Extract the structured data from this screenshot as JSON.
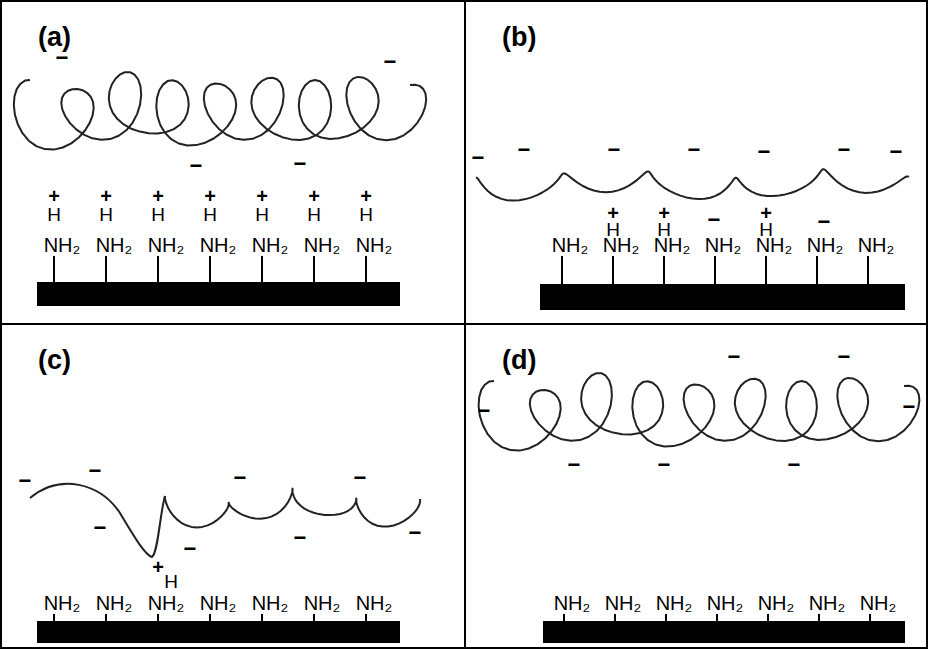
{
  "diagram": {
    "nodes": [
      {
        "text": [
          "(a)"
        ]
      },
      {
        "text": [
          "(b)"
        ]
      },
      {
        "text": [
          "(c)"
        ]
      },
      {
        "text": [
          "(d)"
        ]
      }
    ],
    "labels": [
      "−",
      "−",
      "−",
      "−",
      "+",
      "+",
      "+",
      "+",
      "+",
      "+",
      "+",
      "H",
      "H",
      "H",
      "H",
      "H",
      "H",
      "H",
      "NH₂",
      "NH₂",
      "NH₂",
      "NH₂",
      "NH₂",
      "NH₂",
      "NH₂",
      "−",
      "−",
      "−",
      "−",
      "−",
      "−",
      "−",
      "−",
      "−",
      "+",
      "+",
      "+",
      "H",
      "H",
      "H",
      "NH₂",
      "NH₂",
      "NH₂",
      "NH₂",
      "NH₂",
      "NH₂",
      "NH₂",
      "−",
      "−",
      "−",
      "−",
      "−",
      "−",
      "−",
      "−",
      "+",
      "H",
      "NH₂",
      "NH₂",
      "NH₂",
      "NH₂",
      "NH₂",
      "NH₂",
      "NH₂",
      "−",
      "−",
      "−",
      "−",
      "−",
      "−",
      "−",
      "NH₂",
      "NH₂",
      "NH₂",
      "NH₂",
      "NH₂",
      "NH₂",
      "NH₂"
    ]
  }
}
